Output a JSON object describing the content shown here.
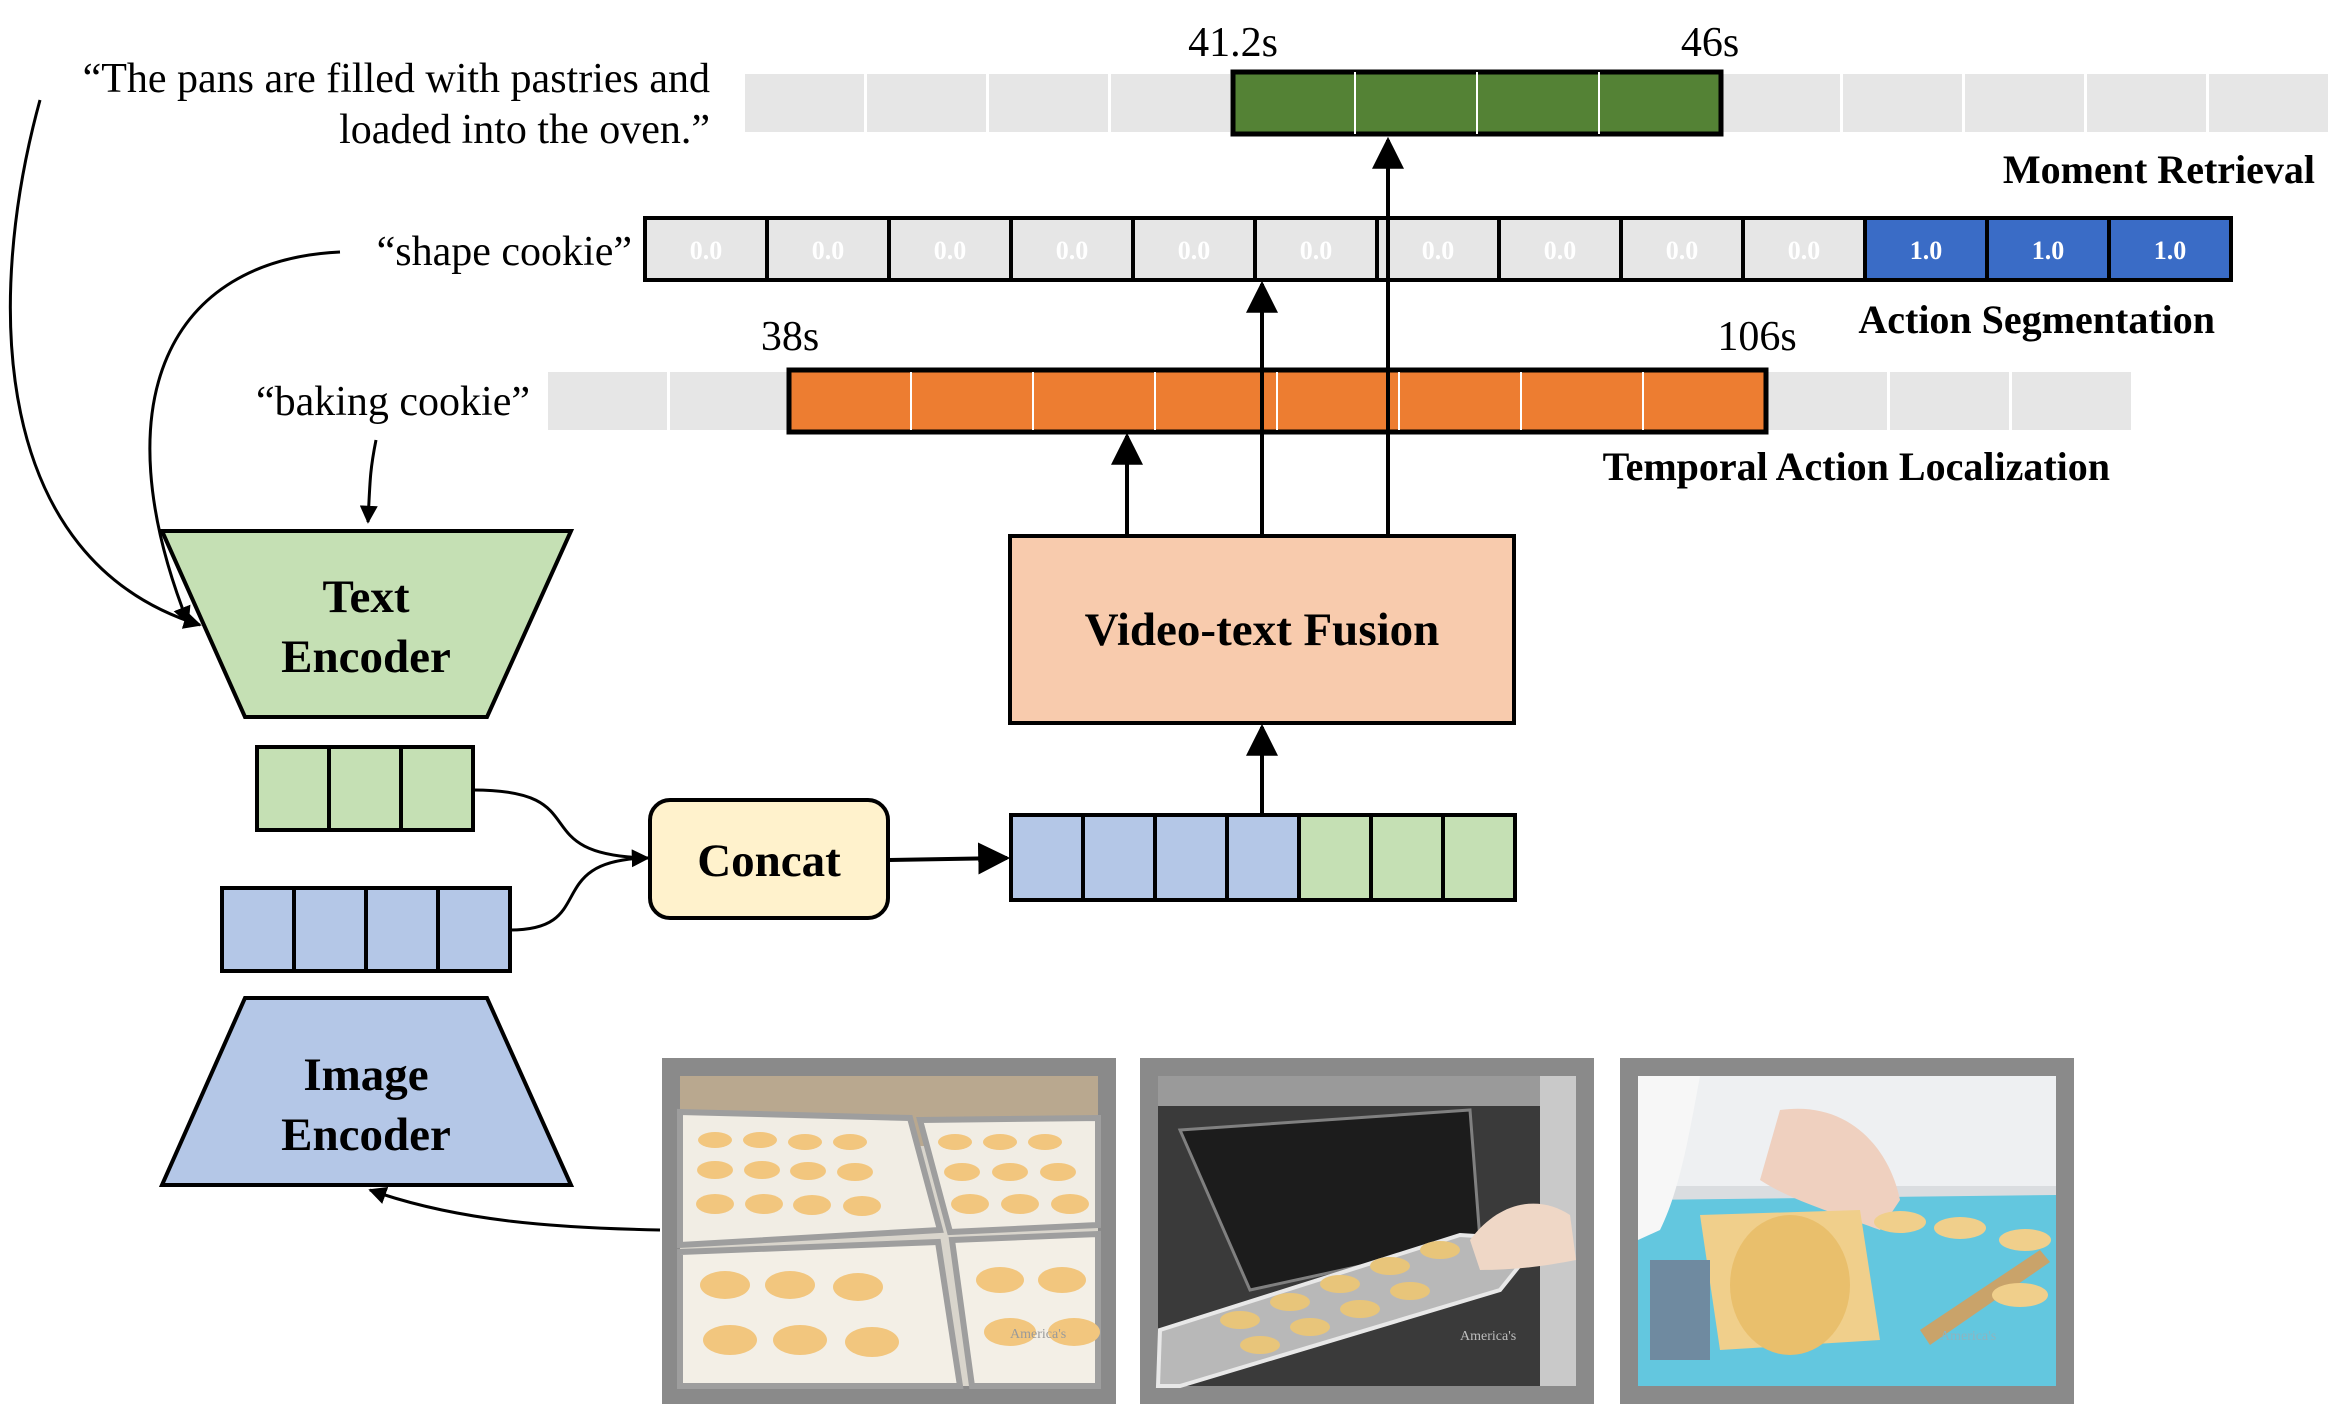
{
  "captions": {
    "moment_line1": "“The pans are filled with pastries and",
    "moment_line2": "loaded into the oven.”",
    "shape": "“shape cookie”",
    "baking": "“baking cookie”"
  },
  "moment_retrieval": {
    "start_label": "41.2s",
    "end_label": "46s",
    "title": "Moment Retrieval"
  },
  "action_segmentation": {
    "values": [
      "0.0",
      "0.0",
      "0.0",
      "0.0",
      "0.0",
      "0.0",
      "0.0",
      "0.0",
      "0.0",
      "0.0",
      "1.0",
      "1.0",
      "1.0"
    ],
    "title": "Action Segmentation"
  },
  "temporal_action_localization": {
    "start_label": "38s",
    "end_label": "106s",
    "title": "Temporal Action Localization"
  },
  "blocks": {
    "text_encoder_line1": "Text",
    "text_encoder_line2": "Encoder",
    "image_encoder_line1": "Image",
    "image_encoder_line2": "Encoder",
    "concat": "Concat",
    "fusion": "Video-text Fusion"
  },
  "colors": {
    "green_bar": "#548235",
    "orange_bar": "#ed7d31",
    "blue_seg": "#3a6cc6",
    "gray_cell": "#e6e6e6",
    "text_token": "#c5e0b4",
    "image_token": "#b4c7e7",
    "concat_fill": "#fff2cc",
    "fusion_fill": "#f8cbad"
  },
  "frames": [
    {
      "name": "cookie-trays-frame",
      "watermark": "America's"
    },
    {
      "name": "oven-tray-frame",
      "watermark": "America's"
    },
    {
      "name": "slicing-dough-frame",
      "watermark": "America's"
    }
  ]
}
